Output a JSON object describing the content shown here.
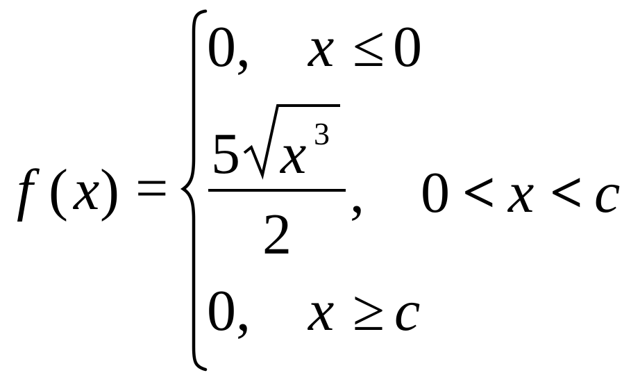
{
  "lhs": {
    "func": "f",
    "open_paren": "(",
    "var": "x",
    "close_paren": ")",
    "equals": "="
  },
  "cases": [
    {
      "value": "0,",
      "condition": {
        "var": "x",
        "op": "≤",
        "bound": "0"
      }
    },
    {
      "value": {
        "coefficient": "5",
        "radicand_base": "x",
        "exponent": "3",
        "denominator": "2",
        "comma": ","
      },
      "condition": {
        "lower": "0",
        "op1": "<",
        "var": "x",
        "op2": "<",
        "upper": "c"
      }
    },
    {
      "value": "0,",
      "condition": {
        "var": "x",
        "op": "≥",
        "bound": "c"
      }
    }
  ]
}
